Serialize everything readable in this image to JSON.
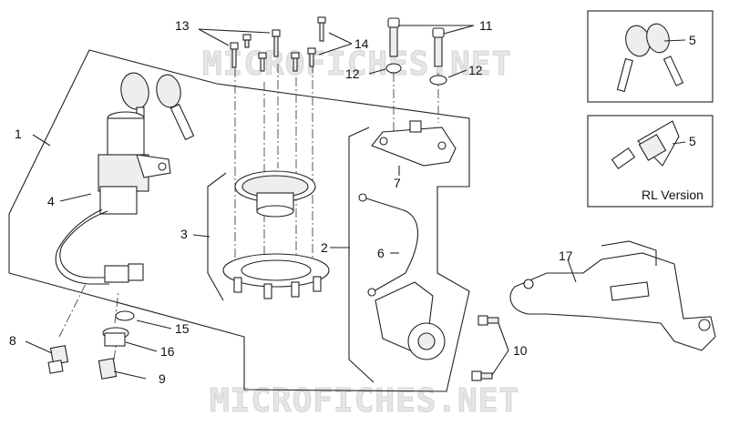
{
  "watermark": {
    "text_top": "MICROFICHES.NET",
    "text_bottom": "MICROFICHES.NET"
  },
  "callouts": {
    "c1": "1",
    "c2": "2",
    "c3": "3",
    "c4": "4",
    "c5a": "5",
    "c5b": "5",
    "c6": "6",
    "c7": "7",
    "c8": "8",
    "c9": "9",
    "c10": "10",
    "c11": "11",
    "c12a": "12",
    "c12b": "12",
    "c13": "13",
    "c14": "14",
    "c15": "15",
    "c16": "16",
    "c17": "17"
  },
  "inset_rl": {
    "caption": "RL Version"
  }
}
